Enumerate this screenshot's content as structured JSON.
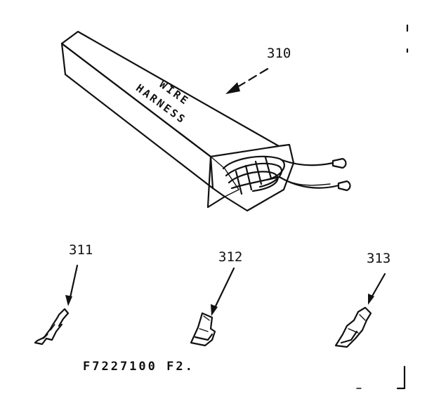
{
  "box_label_line1": "WIRE",
  "box_label_line2": "HARNESS",
  "callouts": [
    "310",
    "311",
    "312",
    "313"
  ],
  "figure_id": "F7227100 F2."
}
